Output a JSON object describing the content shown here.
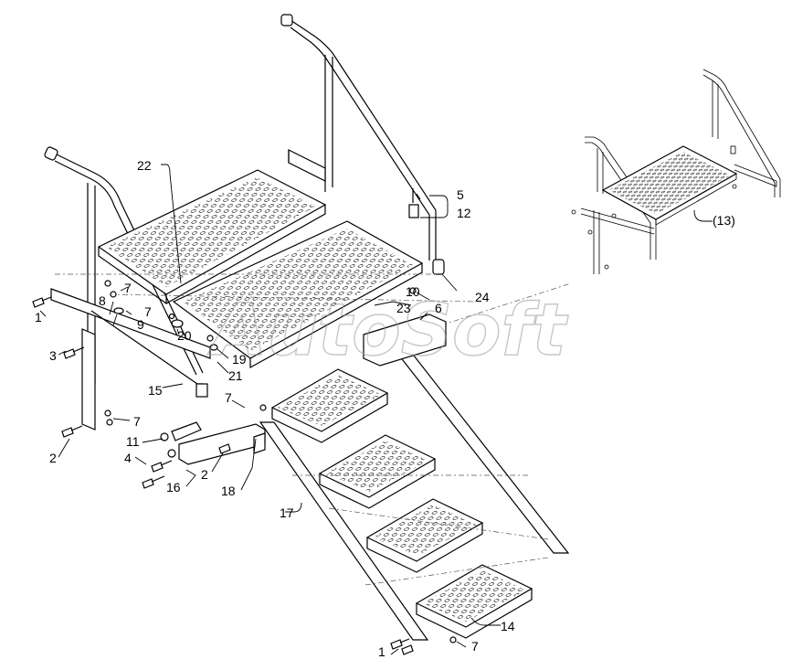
{
  "watermark": "AutoSoft",
  "callouts": [
    {
      "id": "c1a",
      "text": "1"
    },
    {
      "id": "c1b",
      "text": "1"
    },
    {
      "id": "c2a",
      "text": "2"
    },
    {
      "id": "c2b",
      "text": "2"
    },
    {
      "id": "c3",
      "text": "3"
    },
    {
      "id": "c4",
      "text": "4"
    },
    {
      "id": "c5",
      "text": "5"
    },
    {
      "id": "c6",
      "text": "6"
    },
    {
      "id": "c7a",
      "text": "7"
    },
    {
      "id": "c7b",
      "text": "7"
    },
    {
      "id": "c7c",
      "text": "7"
    },
    {
      "id": "c7d",
      "text": "7"
    },
    {
      "id": "c7e",
      "text": "7"
    },
    {
      "id": "c8",
      "text": "8"
    },
    {
      "id": "c9",
      "text": "9"
    },
    {
      "id": "c10",
      "text": "10"
    },
    {
      "id": "c11",
      "text": "11"
    },
    {
      "id": "c12",
      "text": "12"
    },
    {
      "id": "c13",
      "text": "(13)"
    },
    {
      "id": "c14",
      "text": "14"
    },
    {
      "id": "c15",
      "text": "15"
    },
    {
      "id": "c16",
      "text": "16"
    },
    {
      "id": "c17",
      "text": "17"
    },
    {
      "id": "c18",
      "text": "18"
    },
    {
      "id": "c19",
      "text": "19"
    },
    {
      "id": "c20",
      "text": "20"
    },
    {
      "id": "c21",
      "text": "21"
    },
    {
      "id": "c22",
      "text": "22"
    },
    {
      "id": "c23",
      "text": "23"
    },
    {
      "id": "c24",
      "text": "24"
    }
  ]
}
